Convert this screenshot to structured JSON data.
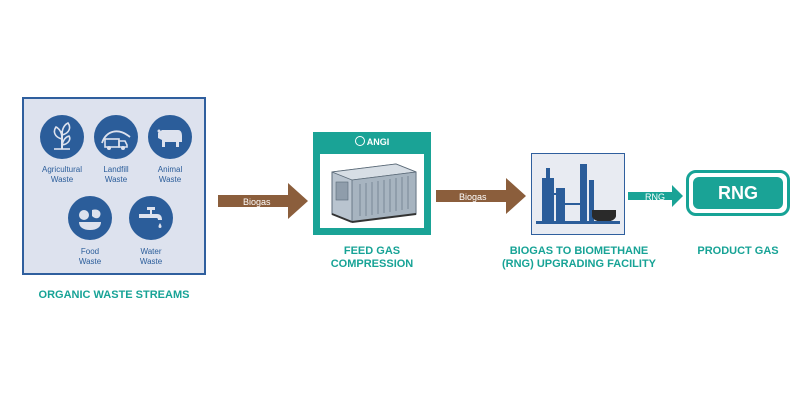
{
  "waste_streams": {
    "title": "ORGANIC WASTE STREAMS",
    "items": [
      {
        "label_line1": "Agricultural",
        "label_line2": "Waste",
        "icon": "plant-icon"
      },
      {
        "label_line1": "Landfill",
        "label_line2": "Waste",
        "icon": "landfill-truck-icon"
      },
      {
        "label_line1": "Animal",
        "label_line2": "Waste",
        "icon": "cow-icon"
      },
      {
        "label_line1": "Food",
        "label_line2": "Waste",
        "icon": "food-icon"
      },
      {
        "label_line1": "Water",
        "label_line2": "Waste",
        "icon": "faucet-icon"
      }
    ]
  },
  "arrows": {
    "biogas_1": "Biogas",
    "biogas_2": "Biogas",
    "rng": "RNG"
  },
  "compression": {
    "logo_text": "ANGI",
    "label_line1": "FEED GAS",
    "label_line2": "COMPRESSION"
  },
  "upgrading": {
    "label_line1": "BIOGAS TO BIOMETHANE",
    "label_line2": "(RNG) UPGRADING FACILITY"
  },
  "product": {
    "box_text": "RNG",
    "label": "PRODUCT GAS"
  },
  "colors": {
    "teal": "#1aa396",
    "navy": "#2b5d9a",
    "brown_arrow": "#8b5e3c",
    "panel_bg": "#dde2ee"
  }
}
